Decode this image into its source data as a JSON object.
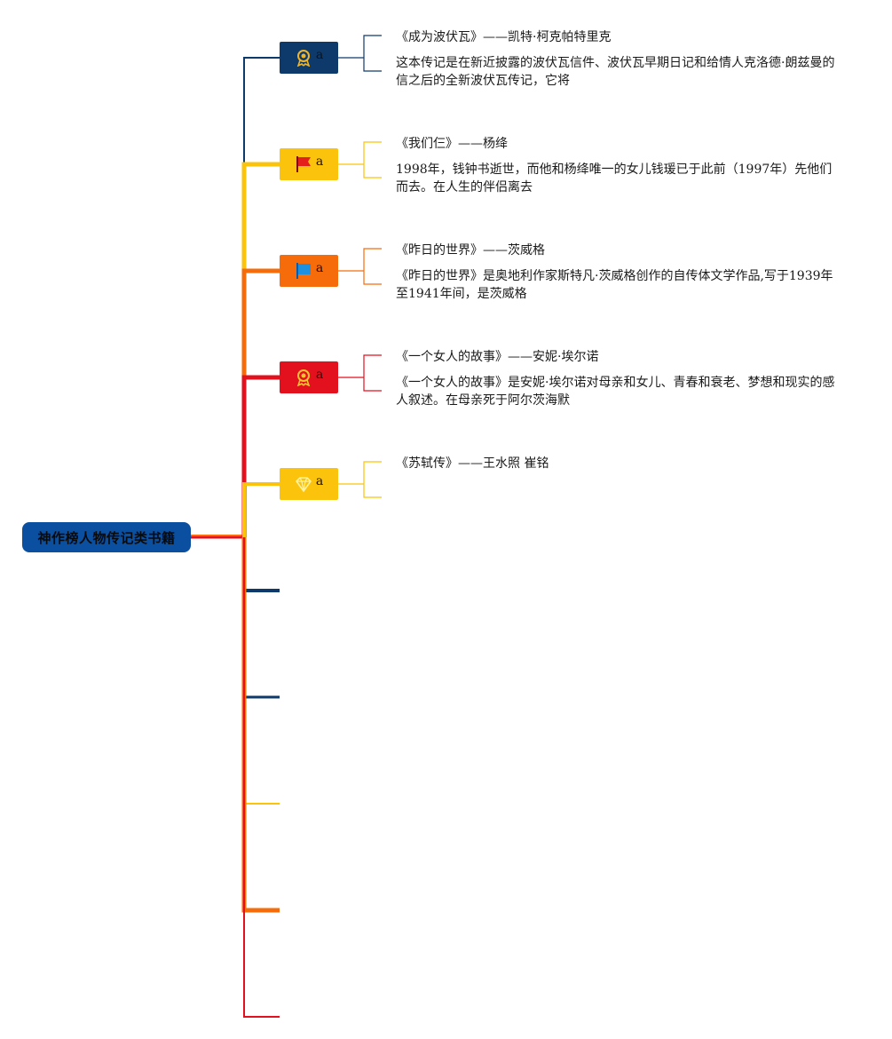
{
  "root": {
    "label": "神作榜人物传记类书籍"
  },
  "colors": {
    "navy": "#0d3a6b",
    "yellow": "#fbc30b",
    "orange": "#f76c0a",
    "red": "#e3101e",
    "rootBlue": "#0a4fa0"
  },
  "topics": [
    {
      "label": "a",
      "icon": "award-ribbon-icon",
      "color": "#0d3a6b",
      "title": "《成为波伏瓦》——凯特·柯克帕特里克",
      "desc": "这本传记是在新近披露的波伏瓦信件、波伏瓦早期日记和给情人克洛德·朗兹曼的信之后的全新波伏瓦传记，它将"
    },
    {
      "label": "a",
      "icon": "red-flag-icon",
      "color": "#fbc30b",
      "title": "《我们仨》——杨绛",
      "desc": "1998年，钱钟书逝世，而他和杨绛唯一的女儿钱瑗已于此前（1997年）先他们而去。在人生的伴侣离去"
    },
    {
      "label": "a",
      "icon": "blue-flag-icon",
      "color": "#f76c0a",
      "title": "《昨日的世界》——茨威格",
      "desc": "《昨日的世界》是奥地利作家斯特凡·茨威格创作的自传体文学作品,写于1939年至1941年间，是茨威格"
    },
    {
      "label": "a",
      "icon": "award-ribbon-icon",
      "color": "#e3101e",
      "title": "《一个女人的故事》——安妮·埃尔诺",
      "desc": "《一个女人的故事》是安妮·埃尔诺对母亲和女儿、青春和衰老、梦想和现实的感人叙述。在母亲死于阿尔茨海默"
    },
    {
      "label": "a",
      "icon": "diamond-icon",
      "color": "#fbc30b",
      "title": "《苏轼传》——王水照 崔铭",
      "desc": ""
    }
  ],
  "emptyBranches": [
    {
      "color": "#0d3a6b"
    },
    {
      "color": "#0d3a6b"
    },
    {
      "color": "#fbc30b"
    },
    {
      "color": "#f76c0a"
    },
    {
      "color": "#e3101e"
    }
  ]
}
